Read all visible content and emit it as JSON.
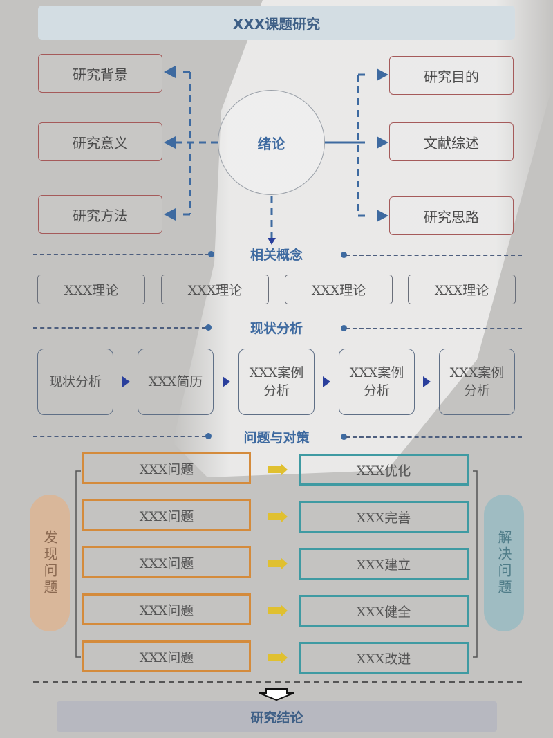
{
  "title": "XXX课题研究",
  "intro": {
    "center": "绪论",
    "left": [
      "研究背景",
      "研究意义",
      "研究方法"
    ],
    "right": [
      "研究目的",
      "文献综述",
      "研究思路"
    ]
  },
  "concepts": {
    "title": "相关概念",
    "items": [
      "XXX理论",
      "XXX理论",
      "XXX理论",
      "XXX理论"
    ]
  },
  "status": {
    "title": "现状分析",
    "items": [
      "现状分析",
      "XXX简历",
      "XXX案例分析",
      "XXX案例分析",
      "XXX案例分析"
    ]
  },
  "problems": {
    "title": "问题与对策",
    "left_label": "发现问题",
    "right_label": "解决问题",
    "issues": [
      "XXX问题",
      "XXX问题",
      "XXX问题",
      "XXX问题",
      "XXX问题"
    ],
    "solutions": [
      "XXX优化",
      "XXX完善",
      "XXX建立",
      "XXX健全",
      "XXX改进"
    ]
  },
  "conclusion": "研究结论",
  "colors": {
    "accent_blue": "#3e6aa0",
    "red_border": "#a55a5a",
    "orange_border": "#d48b3c",
    "teal_border": "#3f9aa2",
    "arrow_yellow": "#e0c030"
  }
}
